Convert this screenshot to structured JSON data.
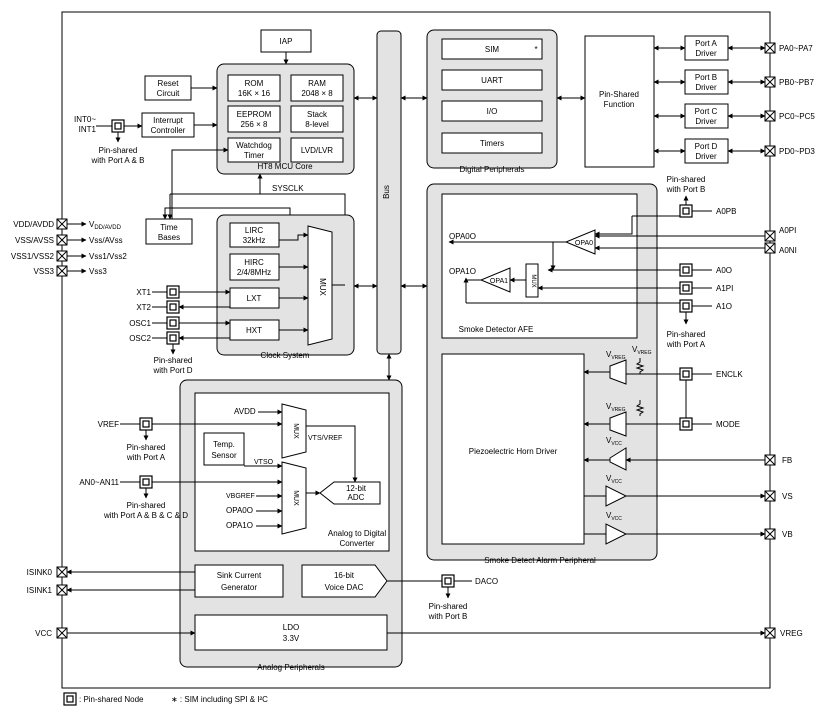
{
  "mcu_core": {
    "title": "HT8 MCU Core",
    "iap": "IAP",
    "reset_1": "Reset",
    "reset_2": "Circuit",
    "interrupt_1": "Interrupt",
    "interrupt_2": "Controller",
    "rom_1": "ROM",
    "rom_2": "16K × 16",
    "ram_1": "RAM",
    "ram_2": "2048 × 8",
    "eeprom_1": "EEPROM",
    "eeprom_2": "256 × 8",
    "stack_1": "Stack",
    "stack_2": "8-level",
    "wdt_1": "Watchdog",
    "wdt_2": "Timer",
    "lvd": "LVD/LVR",
    "sysclk": "SYSCLK",
    "time_bases_1": "Time",
    "time_bases_2": "Bases"
  },
  "int_pins": {
    "line1": "INT0~",
    "line2": "INT1",
    "shared_1": "Pin-shared",
    "shared_2": "with Port A & B"
  },
  "power_pins": {
    "vdd": "VDD/AVDD",
    "vss": "VSS/AVSS",
    "vss1": "VSS1/VSS2",
    "vss3": "VSS3",
    "vdd_sig": "V",
    "vdd_sig_tail": "DD/AVDD",
    "vss_sig": "Vss/AVss",
    "vss1_sig": "Vss1/Vss2",
    "vss3_sig": "Vss3"
  },
  "clock": {
    "title": "Clock System",
    "lirc_1": "LIRC",
    "lirc_2": "32kHz",
    "hirc_1": "HIRC",
    "hirc_2": "2/4/8MHz",
    "lxt": "LXT",
    "hxt": "HXT",
    "mux": "MUX",
    "xt1": "XT1",
    "xt2": "XT2",
    "osc1": "OSC1",
    "osc2": "OSC2",
    "shared_1": "Pin-shared",
    "shared_2": "with Port D"
  },
  "bus": "Bus",
  "digital": {
    "title": "Digital Peripherals",
    "sim": "SIM",
    "sim_star": "*",
    "uart": "UART",
    "io": "I/O",
    "timers": "Timers",
    "psf_1": "Pin-Shared",
    "psf_2": "Function"
  },
  "ports": [
    {
      "name_1": "Port A",
      "name_2": "Driver",
      "pins": "PA0~PA7"
    },
    {
      "name_1": "Port B",
      "name_2": "Driver",
      "pins": "PB0~PB7"
    },
    {
      "name_1": "Port C",
      "name_2": "Driver",
      "pins": "PC0~PC5"
    },
    {
      "name_1": "Port D",
      "name_2": "Driver",
      "pins": "PD0~PD3"
    }
  ],
  "smoke_afe": {
    "title": "Smoke Detector AFE",
    "opa0": "OPA0",
    "opa1": "OPA1",
    "opa0o": "OPA0O",
    "opa1o": "OPA1O",
    "mux": "MUX",
    "a0pb": "A0PB",
    "a0pi": "A0PI",
    "a0ni": "A0NI",
    "a0o": "A0O",
    "a1pi": "A1PI",
    "a1o": "A1O",
    "shared_b_1": "Pin-shared",
    "shared_b_2": "with Port B",
    "shared_a_1": "Pin-shared",
    "shared_a_2": "with Port A"
  },
  "alarm": {
    "title": "Smoke Detect Alarm Peripheral",
    "horn": "Piezoelectric Horn Driver",
    "vreg": "VREG",
    "vcc": "VCC",
    "enclk": "ENCLK",
    "mode": "MODE",
    "fb": "FB",
    "vs": "VS",
    "vb": "VB"
  },
  "analog": {
    "title": "Analog Peripherals",
    "vref": "VREF",
    "vref_shared_1": "Pin-shared",
    "vref_shared_2": "with Port A",
    "an": "AN0~AN11",
    "an_shared_1": "Pin-shared",
    "an_shared_2": "with Port A & B & C & D",
    "avdd": "AVDD",
    "vtsvref": "VTS/VREF",
    "temp_1": "Temp.",
    "temp_2": "Sensor",
    "vtso": "VTSO",
    "vbgref": "VBGREF",
    "opa0o": "OPA0O",
    "opa1o": "OPA1O",
    "mux": "MUX",
    "adc_1": "12-bit",
    "adc_2": "ADC",
    "adc_title_1": "Analog to Digital",
    "adc_title_2": "Converter",
    "sink_1": "Sink Current",
    "sink_2": "Generator",
    "dac_1": "16-bit",
    "dac_2": "Voice DAC",
    "isink0": "ISINK0",
    "isink1": "ISINK1",
    "daco": "DACO",
    "daco_shared_1": "Pin-shared",
    "daco_shared_2": "with Port B",
    "ldo_1": "LDO",
    "ldo_2": "3.3V",
    "vcc": "VCC",
    "vreg": "VREG"
  },
  "legend": {
    "node": ": Pin-shared Node",
    "sim": "∗ : SIM including SPI & I²C"
  }
}
